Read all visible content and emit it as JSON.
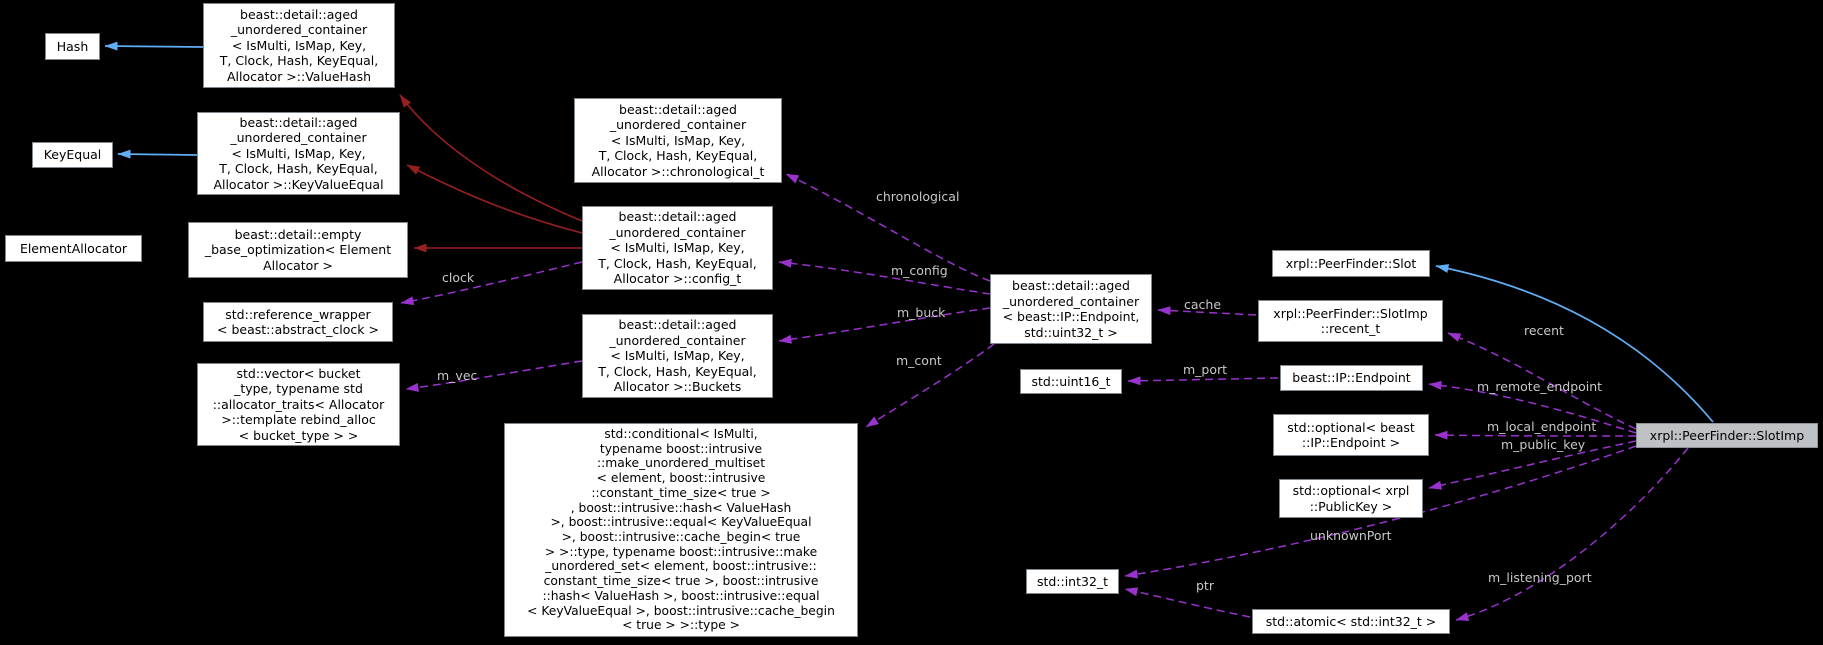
{
  "diagram": {
    "title": "xrpl::PeerFinder::SlotImp collaboration graph",
    "colors": {
      "background": "#000000",
      "inheritance_edge": "#60aef5",
      "private_inheritance_edge": "#962020",
      "usage_edge": "#9a32cd",
      "node_fill": "#ffffff",
      "main_node_fill": "#bfc2c4",
      "edge_label_text": "#c8c8c8"
    },
    "nodes": {
      "hash": "Hash",
      "key_equal": "KeyEqual",
      "element_allocator": "ElementAllocator",
      "value_hash": "beast::detail::aged\n_unordered_container\n< IsMulti, IsMap, Key,\nT, Clock, Hash, KeyEqual,\nAllocator >::ValueHash",
      "key_value_equal": "beast::detail::aged\n_unordered_container\n< IsMulti, IsMap, Key,\nT, Clock, Hash, KeyEqual,\nAllocator >::KeyValueEqual",
      "empty_base_optimization": "beast::detail::empty\n_base_optimization< Element\nAllocator >",
      "reference_wrapper": "std::reference_wrapper\n< beast::abstract_clock >",
      "vector": "std::vector< bucket\n_type, typename std\n::allocator_traits< Allocator\n>::template rebind_alloc\n< bucket_type > >",
      "chronological_t": "beast::detail::aged\n_unordered_container\n< IsMulti, IsMap, Key,\nT, Clock, Hash, KeyEqual,\nAllocator >::chronological_t",
      "config_t": "beast::detail::aged\n_unordered_container\n< IsMulti, IsMap, Key,\nT, Clock, Hash, KeyEqual,\nAllocator >::config_t",
      "buckets": "beast::detail::aged\n_unordered_container\n< IsMulti, IsMap, Key,\nT, Clock, Hash, KeyEqual,\nAllocator >::Buckets",
      "conditional": "std::conditional< IsMulti,\ntypename boost::intrusive\n::make_unordered_multiset\n< element, boost::intrusive\n::constant_time_size< true >\n, boost::intrusive::hash< ValueHash\n>, boost::intrusive::equal< KeyValueEqual\n>, boost::intrusive::cache_begin< true\n> >::type, typename boost::intrusive::make\n_unordered_set< element, boost::intrusive::\nconstant_time_size< true >, boost::intrusive\n::hash< ValueHash >, boost::intrusive::equal\n< KeyValueEqual >, boost::intrusive::cache_begin\n< true > >::type >",
      "aged_container_endpoint": "beast::detail::aged\n_unordered_container\n< beast::IP::Endpoint,\nstd::uint32_t >",
      "slot": "xrpl::PeerFinder::Slot",
      "recent_t": "xrpl::PeerFinder::SlotImp\n::recent_t",
      "ip_endpoint": "beast::IP::Endpoint",
      "optional_endpoint": "std::optional< beast\n::IP::Endpoint >",
      "optional_publickey": "std::optional< xrpl\n::PublicKey >",
      "uint16_t": "std::uint16_t",
      "int32_t": "std::int32_t",
      "atomic_int32": "std::atomic< std::int32_t >",
      "slotimp": "xrpl::PeerFinder::SlotImp"
    },
    "edge_labels": {
      "chronological": "chronological",
      "m_config": "m_config",
      "m_buck": "m_buck",
      "m_cont": "m_cont",
      "m_vec": "m_vec",
      "clock": "clock",
      "cache": "cache",
      "m_port": "m_port",
      "recent": "recent",
      "m_remote_endpoint": "m_remote_endpoint",
      "m_local_endpoint": "m_local_endpoint",
      "m_public_key": "m_public_key",
      "unknownPort": "unknownPort",
      "m_listening_port": "m_listening_port",
      "ptr": "ptr"
    }
  }
}
